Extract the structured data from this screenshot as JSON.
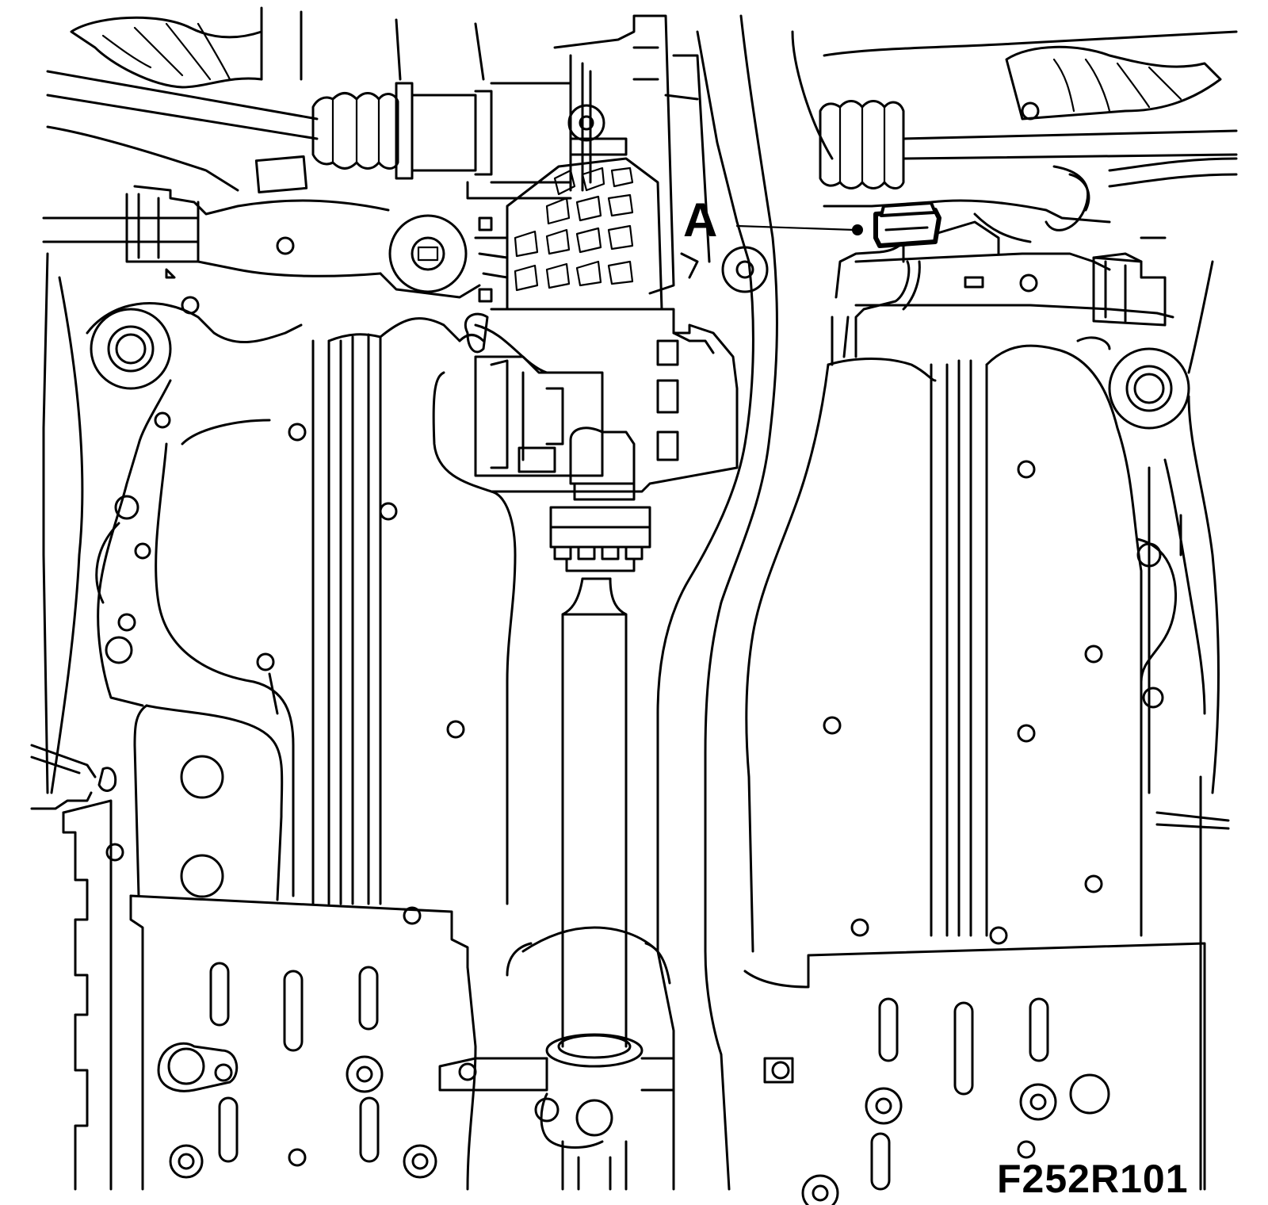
{
  "diagram": {
    "callout_label": "A",
    "figure_id": "F252R101"
  },
  "colors": {
    "line": "#000000",
    "background": "#ffffff"
  },
  "icons": {
    "callout_marker": "filled-dot",
    "component_a": "clip-bracket"
  }
}
